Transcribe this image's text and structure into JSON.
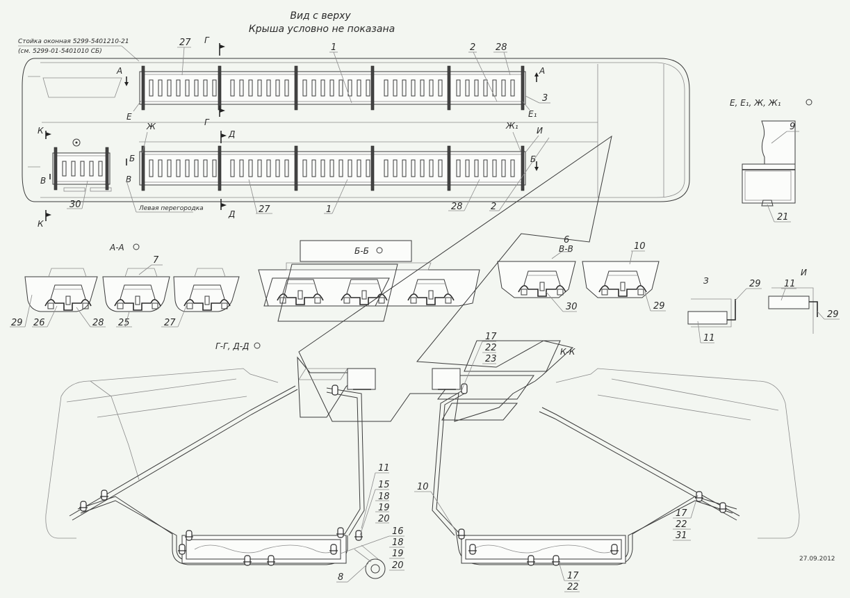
{
  "title": {
    "line1": "Вид с верху",
    "line2": "Крыша условно не показана"
  },
  "notes": {
    "post_line1": "Стойка оконная 5299-5401210-21",
    "post_line2": "(см. 5299-01-5401010 СБ)",
    "left_partition": "Левая перегородка"
  },
  "date": "27.09.2012",
  "views": {
    "aa": "А-А",
    "bb": "Б-Б",
    "vv": "В-В",
    "gg_dd": "Г-Г, Д-Д",
    "kk": "К-К",
    "e_group": "Е, Е₁, Ж, Ж₁",
    "z": "З",
    "i": "И"
  },
  "cut_marks": {
    "a": "А",
    "a1": "А",
    "b": "Б",
    "b1": "Б",
    "b2": "Б",
    "v": "В",
    "v1": "В",
    "g": "Г",
    "g1": "Г",
    "d": "Д",
    "d1": "Д",
    "e": "Е",
    "e1": "Е₁",
    "zh": "Ж",
    "zh1": "Ж₁",
    "i": "И",
    "k": "К",
    "k1": "К",
    "z": "З"
  },
  "callouts": {
    "top_upper": {
      "p1": "27",
      "p2": "1",
      "p3": "2",
      "p4": "28",
      "p5": "3"
    },
    "top_lower": {
      "p1": "30",
      "p2": "27",
      "p3": "1",
      "p4": "28",
      "p5": "2"
    },
    "aa": {
      "p1": "7",
      "p2": "29",
      "p3": "26",
      "p4": "28",
      "p5": "25",
      "p6": "27"
    },
    "vv": {
      "p1": "6",
      "p2": "10",
      "p3": "30",
      "p4": "29"
    },
    "e": {
      "p1": "9",
      "p2": "21"
    },
    "z": {
      "p1": "29",
      "p2": "11"
    },
    "i": {
      "p1": "11",
      "p2": "29"
    },
    "kk": {
      "p1": "17",
      "p2": "22",
      "p3": "23"
    },
    "gg_left": {
      "p1": "11",
      "p2": "15",
      "p3": "18",
      "p4": "19",
      "p5": "20",
      "p6": "16",
      "p7": "18",
      "p8": "19",
      "p9": "20",
      "p10": "8"
    },
    "gg_right": {
      "p1": "10",
      "p2": "17",
      "p3": "22",
      "p4": "31",
      "p5": "17",
      "p6": "22"
    }
  }
}
